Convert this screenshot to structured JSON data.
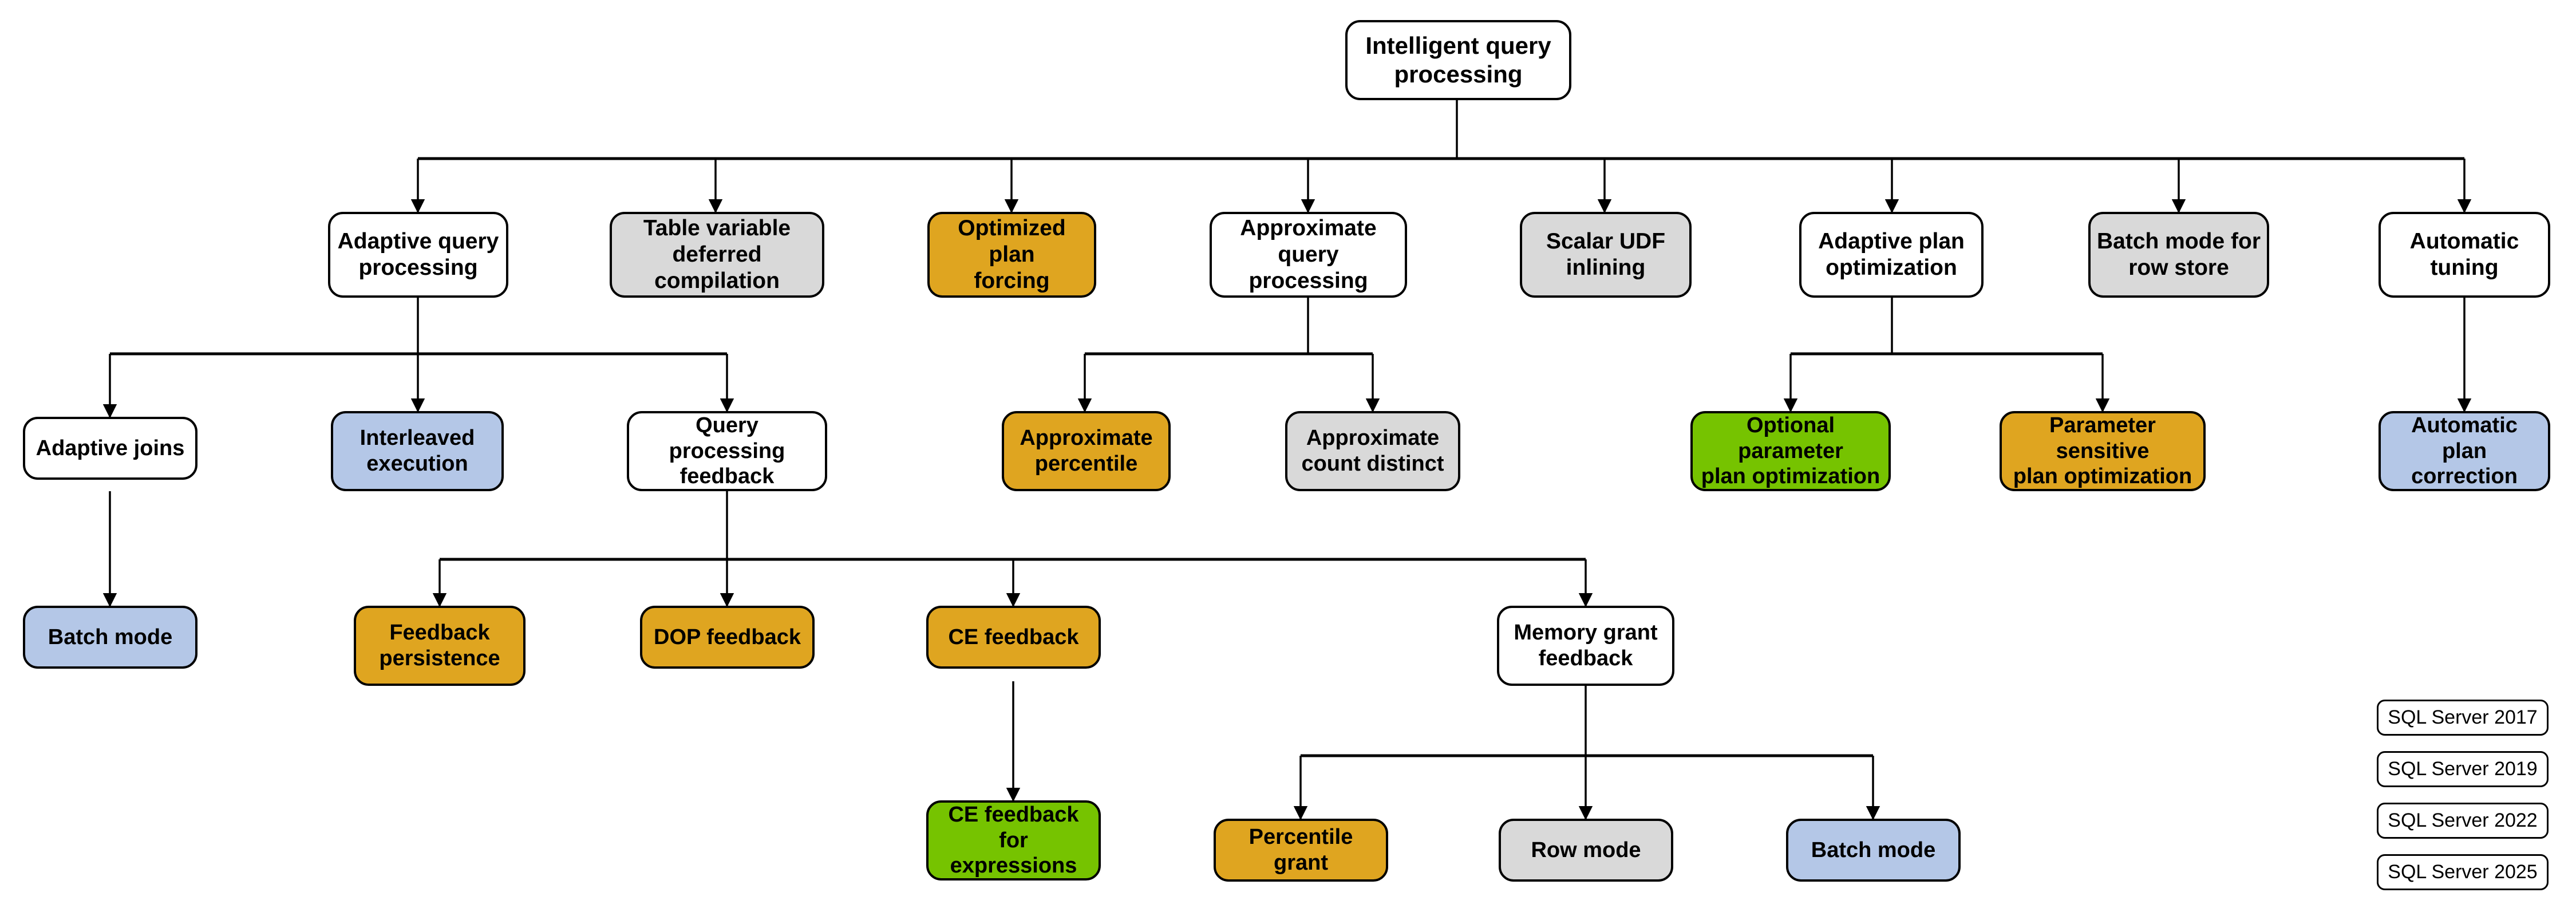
{
  "diagram": {
    "title": "Intelligent query processing",
    "type": "tree",
    "palette": {
      "white": "#FFFFFF",
      "grey": "#D9D9D9",
      "blue": "#B4C7E7",
      "gold": "#DFA520",
      "green": "#76C300",
      "stroke": "#000000"
    },
    "nodes": {
      "root": {
        "label": "Intelligent query\nprocessing",
        "color": "white"
      },
      "adaptive_query_processing": {
        "label": "Adaptive query\nprocessing",
        "color": "white"
      },
      "table_variable_deferred_compilation": {
        "label": "Table variable\ndeferred compilation",
        "color": "grey"
      },
      "optimized_plan_forcing": {
        "label": "Optimized plan\nforcing",
        "color": "gold"
      },
      "approximate_query_processing": {
        "label": "Approximate\nquery processing",
        "color": "white"
      },
      "scalar_udf_inlining": {
        "label": "Scalar UDF\ninlining",
        "color": "grey"
      },
      "adaptive_plan_optimization": {
        "label": "Adaptive plan\noptimization",
        "color": "white"
      },
      "batch_mode_for_row_store": {
        "label": "Batch mode for\nrow store",
        "color": "grey"
      },
      "automatic_tuning": {
        "label": "Automatic\ntuning",
        "color": "white"
      },
      "adaptive_joins": {
        "label": "Adaptive joins",
        "color": "white"
      },
      "interleaved_execution": {
        "label": "Interleaved\nexecution",
        "color": "blue"
      },
      "query_processing_feedback": {
        "label": "Query processing\nfeedback",
        "color": "white"
      },
      "approximate_percentile": {
        "label": "Approximate\npercentile",
        "color": "gold"
      },
      "approximate_count_distinct": {
        "label": "Approximate\ncount distinct",
        "color": "grey"
      },
      "optional_parameter_plan_optimization": {
        "label": "Optional parameter\nplan optimization",
        "color": "green"
      },
      "parameter_sensitive_plan_optimization": {
        "label": "Parameter sensitive\nplan optimization",
        "color": "gold"
      },
      "automatic_plan_correction": {
        "label": "Automatic plan\ncorrection",
        "color": "blue"
      },
      "batch_mode_adaptive_joins": {
        "label": "Batch mode",
        "color": "blue"
      },
      "feedback_persistence": {
        "label": "Feedback\npersistence",
        "color": "gold"
      },
      "dop_feedback": {
        "label": "DOP feedback",
        "color": "gold"
      },
      "ce_feedback": {
        "label": "CE feedback",
        "color": "gold"
      },
      "memory_grant_feedback": {
        "label": "Memory grant\nfeedback",
        "color": "white"
      },
      "ce_feedback_for_expressions": {
        "label": "CE feedback for\nexpressions",
        "color": "green"
      },
      "percentile_grant": {
        "label": "Percentile grant",
        "color": "gold"
      },
      "row_mode": {
        "label": "Row mode",
        "color": "grey"
      },
      "batch_mode_memory_grant": {
        "label": "Batch mode",
        "color": "blue"
      }
    },
    "edges": [
      {
        "from": "root",
        "to": "adaptive_query_processing"
      },
      {
        "from": "root",
        "to": "table_variable_deferred_compilation"
      },
      {
        "from": "root",
        "to": "optimized_plan_forcing"
      },
      {
        "from": "root",
        "to": "approximate_query_processing"
      },
      {
        "from": "root",
        "to": "scalar_udf_inlining"
      },
      {
        "from": "root",
        "to": "adaptive_plan_optimization"
      },
      {
        "from": "root",
        "to": "batch_mode_for_row_store"
      },
      {
        "from": "root",
        "to": "automatic_tuning"
      },
      {
        "from": "adaptive_query_processing",
        "to": "adaptive_joins"
      },
      {
        "from": "adaptive_query_processing",
        "to": "interleaved_execution"
      },
      {
        "from": "adaptive_query_processing",
        "to": "query_processing_feedback"
      },
      {
        "from": "approximate_query_processing",
        "to": "approximate_percentile"
      },
      {
        "from": "approximate_query_processing",
        "to": "approximate_count_distinct"
      },
      {
        "from": "adaptive_plan_optimization",
        "to": "optional_parameter_plan_optimization"
      },
      {
        "from": "adaptive_plan_optimization",
        "to": "parameter_sensitive_plan_optimization"
      },
      {
        "from": "automatic_tuning",
        "to": "automatic_plan_correction"
      },
      {
        "from": "adaptive_joins",
        "to": "batch_mode_adaptive_joins"
      },
      {
        "from": "query_processing_feedback",
        "to": "feedback_persistence"
      },
      {
        "from": "query_processing_feedback",
        "to": "dop_feedback"
      },
      {
        "from": "query_processing_feedback",
        "to": "ce_feedback"
      },
      {
        "from": "query_processing_feedback",
        "to": "memory_grant_feedback"
      },
      {
        "from": "ce_feedback",
        "to": "ce_feedback_for_expressions"
      },
      {
        "from": "memory_grant_feedback",
        "to": "percentile_grant"
      },
      {
        "from": "memory_grant_feedback",
        "to": "row_mode"
      },
      {
        "from": "memory_grant_feedback",
        "to": "batch_mode_memory_grant"
      }
    ]
  },
  "legend": {
    "items": [
      {
        "label": "SQL Server 2017",
        "color": "blue"
      },
      {
        "label": "SQL Server 2019",
        "color": "grey"
      },
      {
        "label": "SQL Server 2022",
        "color": "gold"
      },
      {
        "label": "SQL Server 2025",
        "color": "green"
      }
    ]
  }
}
